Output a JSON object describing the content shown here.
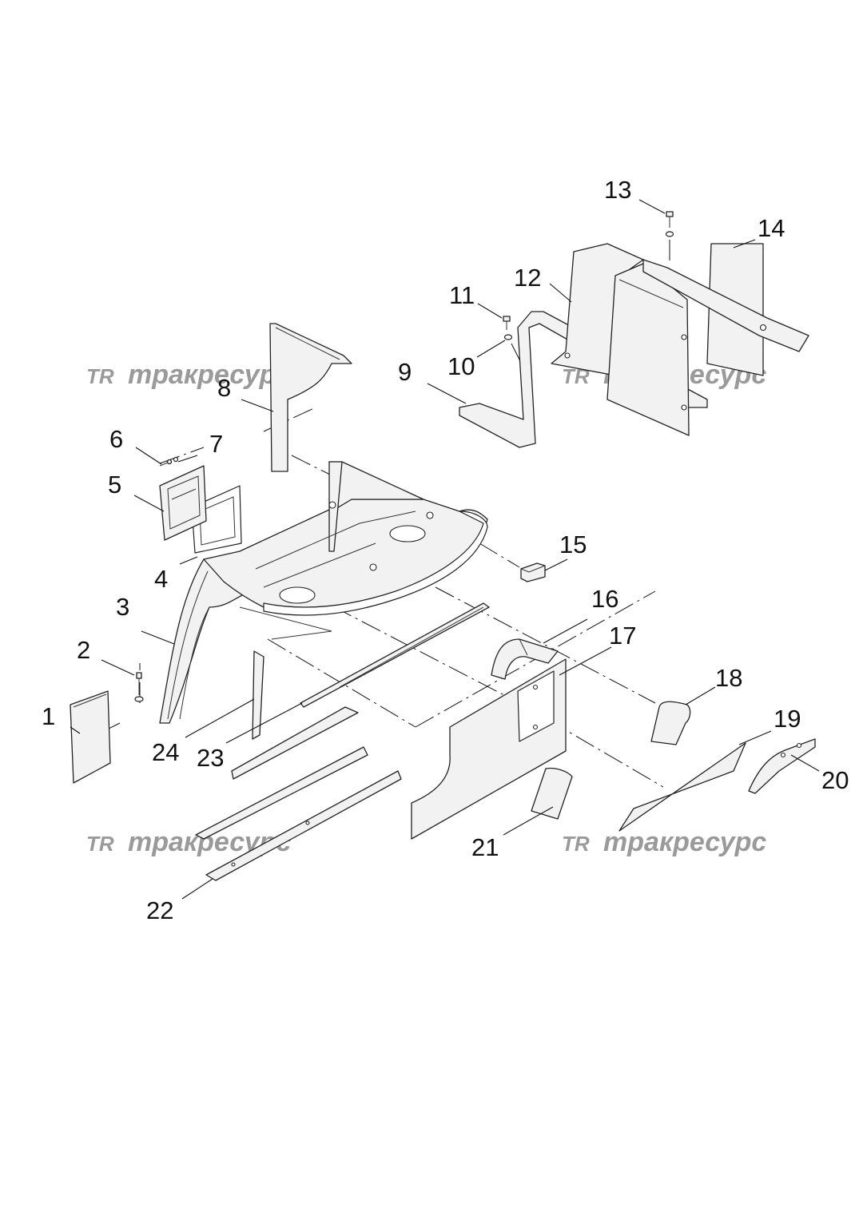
{
  "watermark": {
    "logo": "TR",
    "text": "тракресурс",
    "color": "#9a9a9a"
  },
  "callouts": [
    "1",
    "2",
    "3",
    "4",
    "5",
    "6",
    "7",
    "8",
    "9",
    "10",
    "11",
    "12",
    "13",
    "14",
    "15",
    "16",
    "17",
    "18",
    "19",
    "20",
    "21",
    "22",
    "23",
    "24"
  ]
}
